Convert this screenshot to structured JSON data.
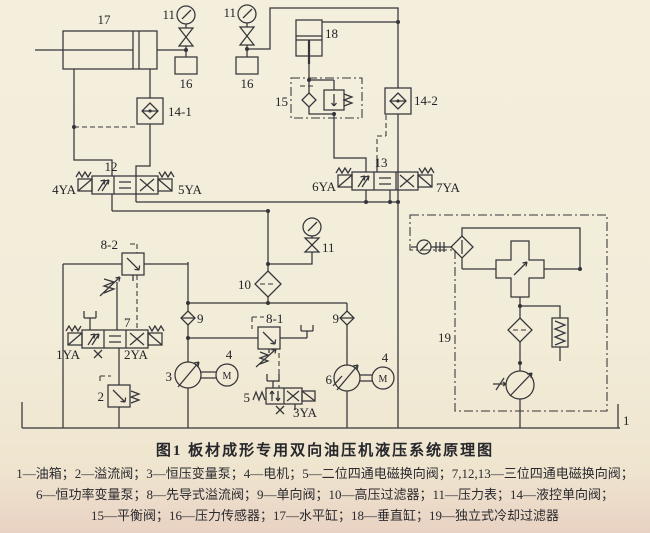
{
  "diagram": {
    "caption": "图1 板材成形专用双向油压机液压系统原理图",
    "legend": [
      "1—油箱；2—溢流阀；3—恒压变量泵；4—电机；5—二位四通电磁换向阀；7,12,13—三位四通电磁换向阀；",
      "6—恒功率变量泵；8—先导式溢流阀；9—单向阀；10—高压过滤器；11—压力表；14—液控单向阀；",
      "15—平衡阀；16—压力传感器；17—水平缸；18—垂直缸；19—独立式冷却过滤器"
    ],
    "labels": {
      "cylinder17": "17",
      "gauge11_a": "11",
      "sensor16_a": "16",
      "gauge11_b": "11",
      "sensor16_b": "16",
      "cylinder18": "18",
      "valve15": "15",
      "check14_1": "14-1",
      "check14_2": "14-2",
      "valve12": "12",
      "sol_4ya": "4YA",
      "sol_5ya": "5YA",
      "valve13": "13",
      "sol_6ya": "6YA",
      "sol_7ya": "7YA",
      "gauge11_c": "11",
      "filter10": "10",
      "relief8_2": "8-2",
      "relief8_1": "8-1",
      "check9_a": "9",
      "check9_b": "9",
      "valve7": "7",
      "sol_1ya": "1YA",
      "sol_2ya": "2YA",
      "relief2": "2",
      "pump3": "3",
      "motor4_a": "4",
      "motor_m": "M",
      "valve5": "5",
      "sol_3ya": "3YA",
      "pump6": "6",
      "motor4_b": "4",
      "unit19": "19",
      "tank1": "1"
    },
    "colors": {
      "paper": "#f2edda",
      "ink": "#35353a"
    }
  }
}
